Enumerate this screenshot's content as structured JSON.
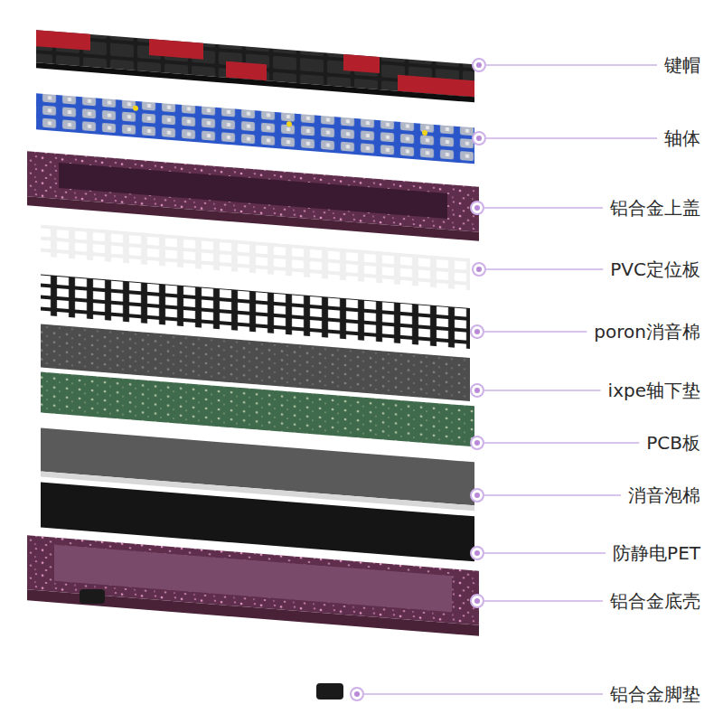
{
  "diagram": {
    "labels": [
      "键帽",
      "轴体",
      "铝合金上盖",
      "PVC定位板",
      "poron消音棉",
      "ixpe轴下垫",
      "PCB板",
      "消音泡棉",
      "防静电PET",
      "铝合金底壳",
      "铝合金脚垫"
    ]
  }
}
